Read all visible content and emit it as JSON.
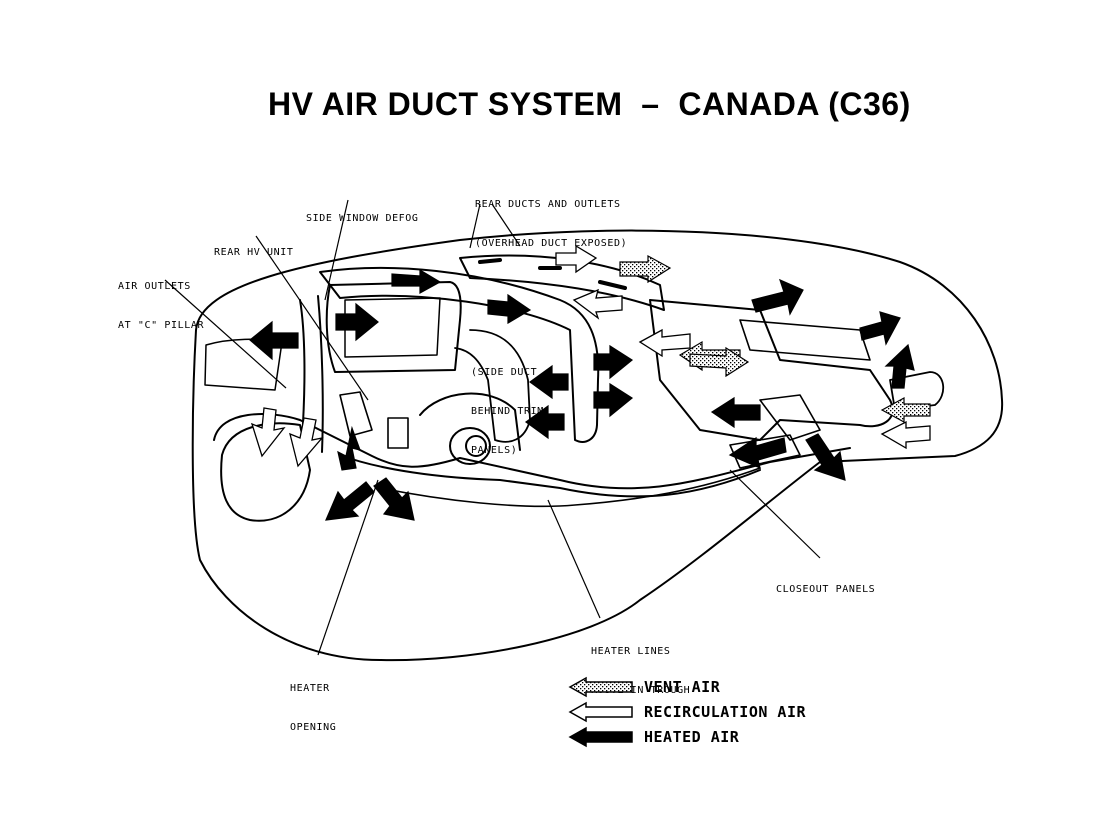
{
  "title": "HV AIR DUCT SYSTEM  –  CANADA (C36)",
  "callouts": {
    "rear_ducts": [
      "REAR DUCTS AND OUTLETS",
      "(OVERHEAD DUCT EXPOSED)"
    ],
    "side_window_defog": [
      "SIDE WINDOW DEFOG"
    ],
    "rear_hv_unit": [
      "REAR HV UNIT"
    ],
    "air_outlets": [
      "AIR OUTLETS",
      "AT \"C\" PILLAR"
    ],
    "side_duct": [
      "(SIDE DUCT",
      "BEHIND TRIM",
      "PANELS)"
    ],
    "closeout_panels": [
      "CLOSEOUT PANELS"
    ],
    "heater_lines": [
      "HEATER LINES",
      "ROUTE IN TROUGH"
    ],
    "heater_opening": [
      "HEATER",
      "OPENING"
    ]
  },
  "legend": [
    {
      "label": "VENT AIR",
      "fill": "stipple"
    },
    {
      "label": "RECIRCULATION AIR",
      "fill": "#ffffff"
    },
    {
      "label": "HEATED AIR",
      "fill": "#000000"
    }
  ],
  "colors": {
    "ink": "#000000",
    "paper": "#ffffff"
  }
}
